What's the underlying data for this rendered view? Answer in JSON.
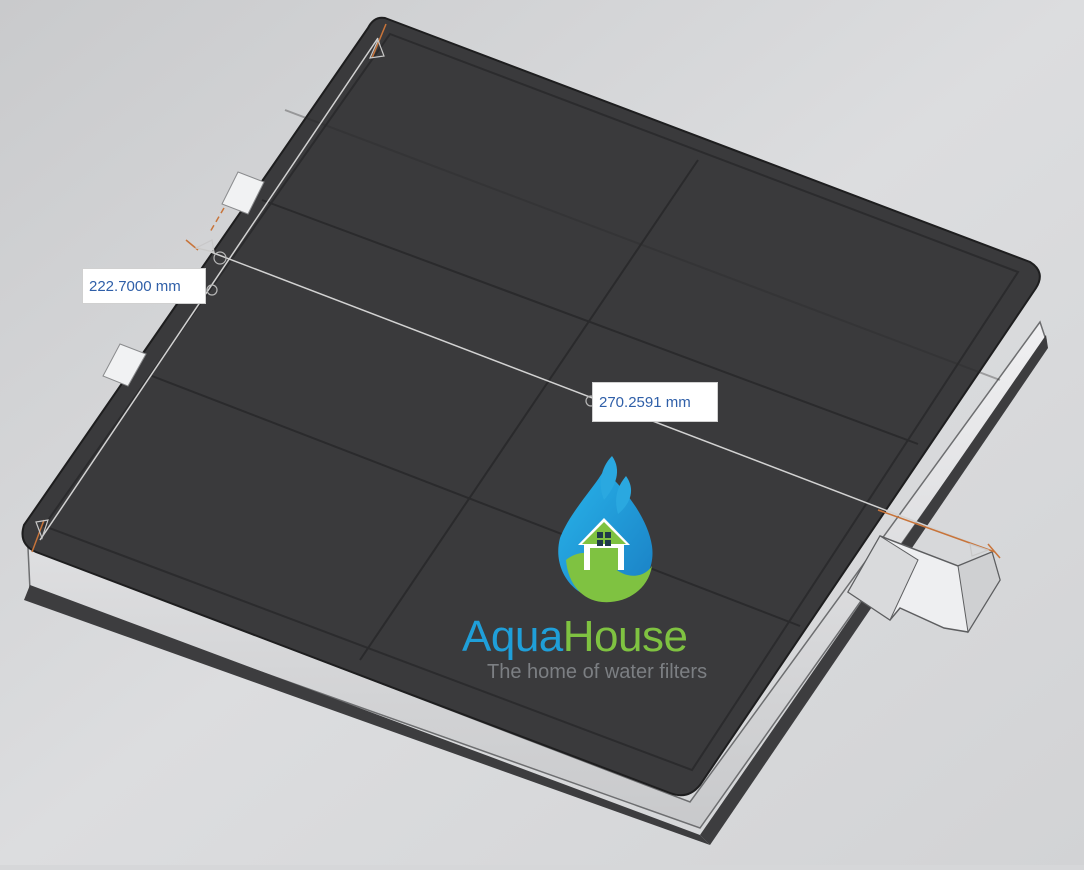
{
  "dimensions": {
    "width_label": "222.7000 mm",
    "diagonal_label": "270.2591 mm"
  },
  "logo": {
    "brand_part1": "Aqua",
    "brand_part2": "House",
    "tagline": "The home of water filters",
    "colors": {
      "aqua": "#1f9fd9",
      "house": "#7fc241",
      "tagline": "#7c7f83"
    }
  },
  "colors": {
    "background": "#d6d7d9",
    "filter_top": "#3a3a3c",
    "filter_side": "#e2e3e5",
    "dimension_line": "#c9c9c9",
    "dimension_accent": "#c8743a"
  }
}
